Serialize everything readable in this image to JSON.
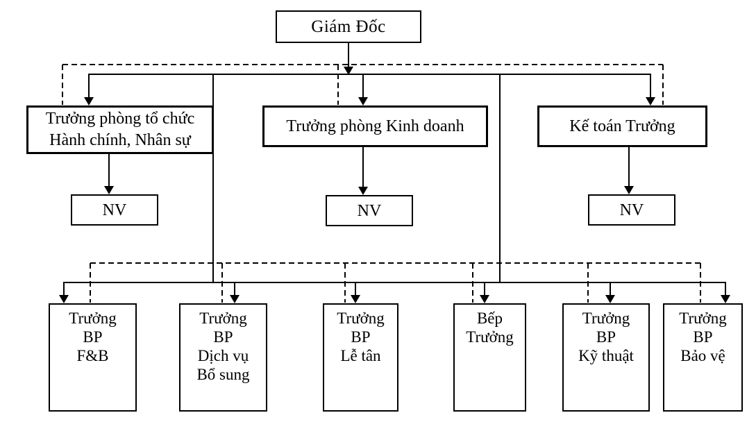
{
  "org_chart": {
    "nodes": {
      "director": {
        "label": "Giám Đốc"
      },
      "hr_admin": {
        "lines": [
          "Trưởng phòng tổ chức",
          "Hành chính, Nhân sự"
        ]
      },
      "sales": {
        "label": "Trưởng phòng Kinh doanh"
      },
      "chief_accountant": {
        "label": "Kế toán Trưởng"
      },
      "nv_hr": {
        "label": "NV"
      },
      "nv_sales": {
        "label": "NV"
      },
      "nv_accounting": {
        "label": "NV"
      },
      "dept_fb": {
        "lines": [
          "Trưởng",
          "BP",
          "F&B"
        ]
      },
      "dept_extra_services": {
        "lines": [
          "Trưởng",
          "BP",
          "Dịch vụ",
          "Bổ sung"
        ]
      },
      "dept_reception": {
        "lines": [
          "Trưởng",
          "BP",
          "Lễ tân"
        ]
      },
      "dept_kitchen": {
        "lines": [
          "Bếp",
          "Trưởng"
        ]
      },
      "dept_engineering": {
        "lines": [
          "Trưởng",
          "BP",
          "Kỹ thuật"
        ]
      },
      "dept_security": {
        "lines": [
          "Trưởng",
          "BP",
          "Bảo vệ"
        ]
      }
    },
    "edges": {
      "solid": [
        [
          "director",
          "hr_admin"
        ],
        [
          "director",
          "sales"
        ],
        [
          "director",
          "chief_accountant"
        ],
        [
          "hr_admin",
          "nv_hr"
        ],
        [
          "sales",
          "nv_sales"
        ],
        [
          "chief_accountant",
          "nv_accounting"
        ],
        [
          "director",
          "dept_fb"
        ],
        [
          "director",
          "dept_extra_services"
        ],
        [
          "director",
          "dept_reception"
        ],
        [
          "director",
          "dept_kitchen"
        ],
        [
          "director",
          "dept_engineering"
        ],
        [
          "director",
          "dept_security"
        ]
      ],
      "dashed": [
        [
          "director",
          "hr_admin"
        ],
        [
          "director",
          "sales"
        ],
        [
          "director",
          "chief_accountant"
        ],
        [
          "director",
          "dept_fb"
        ],
        [
          "director",
          "dept_extra_services"
        ],
        [
          "director",
          "dept_reception"
        ],
        [
          "director",
          "dept_kitchen"
        ],
        [
          "director",
          "dept_engineering"
        ],
        [
          "director",
          "dept_security"
        ]
      ]
    },
    "colors": {
      "line": "#000000",
      "text": "#000000",
      "background": "#ffffff"
    }
  }
}
